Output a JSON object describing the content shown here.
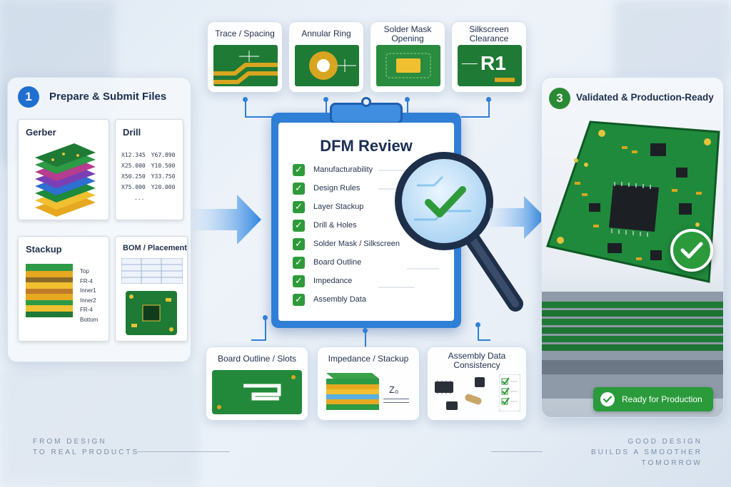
{
  "step1": {
    "number": "1",
    "title": "Prepare & Submit Files",
    "gerber_label": "Gerber",
    "drill_label": "Drill",
    "drill_rows": [
      {
        "x": "X12.345",
        "y": "Y67.890"
      },
      {
        "x": "X25.000",
        "y": "Y10.500"
      },
      {
        "x": "X50.250",
        "y": "Y33.750"
      },
      {
        "x": "X75.000",
        "y": "Y20.000"
      }
    ],
    "drill_ellipsis": "...",
    "stackup_label": "Stackup",
    "stackup_layers": [
      "Top",
      "FR-4",
      "Inner1",
      "Inner2",
      "FR-4",
      "Bottom"
    ],
    "bom_label": "BOM / Placement"
  },
  "top_checks": [
    "Trace / Spacing",
    "Annular Ring",
    "Solder Mask\nOpening",
    "Silkscreen\nClearance"
  ],
  "silkscreen_ref": "R1",
  "review": {
    "title": "DFM Review",
    "checkmark": "✓",
    "items": [
      "Manufacturability",
      "Design Rules",
      "Layer Stackup",
      "Drill & Holes",
      "Solder Mask / Silkscreen",
      "Board Outline",
      "Impedance",
      "Assembly Data"
    ]
  },
  "bottom_checks": [
    "Board Outline / Slots",
    "Impedance / Stackup",
    "Assembly Data\nConsistency"
  ],
  "impedance_symbol": "Z₀",
  "step3": {
    "number": "3",
    "title": "Validated & Production-Ready",
    "badge": "Ready for Production"
  },
  "footer": {
    "left": [
      "FROM DESIGN",
      "TO REAL PRODUCTS"
    ],
    "right": [
      "GOOD DESIGN",
      "BUILDS A SMOOTHER TOMORROW"
    ]
  },
  "colors": {
    "accent_blue": "#2f7fd6",
    "step1_blue": "#1f6fd1",
    "step3_green": "#2a8a34",
    "pcb_green": "#1f7a35",
    "check_green": "#2f9a3a"
  }
}
